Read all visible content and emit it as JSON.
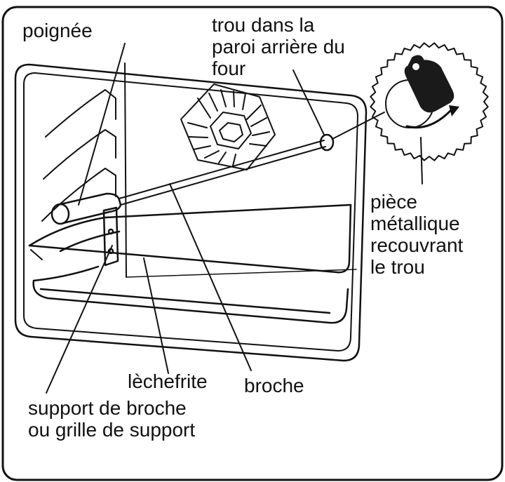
{
  "labels": {
    "handle": "poignée",
    "hole": [
      "trou dans la",
      "paroi arrière du",
      "four"
    ],
    "metal_piece": [
      "pièce",
      "métallique",
      "recouvrant",
      "le trou"
    ],
    "drip_pan": "lèchefrite",
    "spit": "broche",
    "support": [
      "support de broche",
      "ou grille de support"
    ]
  },
  "colors": {
    "ink": "#111111",
    "background": "#ffffff",
    "metal_piece": "#1a1a1a"
  }
}
